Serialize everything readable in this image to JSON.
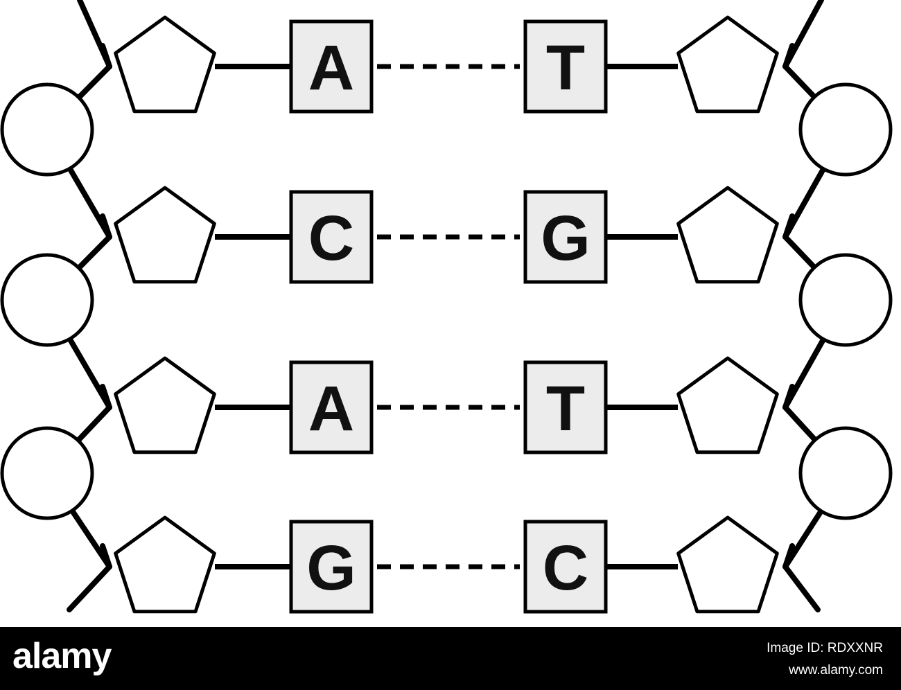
{
  "diagram": {
    "base_pairs": [
      {
        "left": "A",
        "right": "T"
      },
      {
        "left": "C",
        "right": "G"
      },
      {
        "left": "A",
        "right": "T"
      },
      {
        "left": "G",
        "right": "C"
      }
    ],
    "colors": {
      "line": "#000000",
      "box_fill": "#ececec",
      "background": "#ffffff"
    }
  },
  "footer": {
    "logo": "alamy",
    "image_code": "Image ID: RDXXNR",
    "url": "www.alamy.com"
  }
}
